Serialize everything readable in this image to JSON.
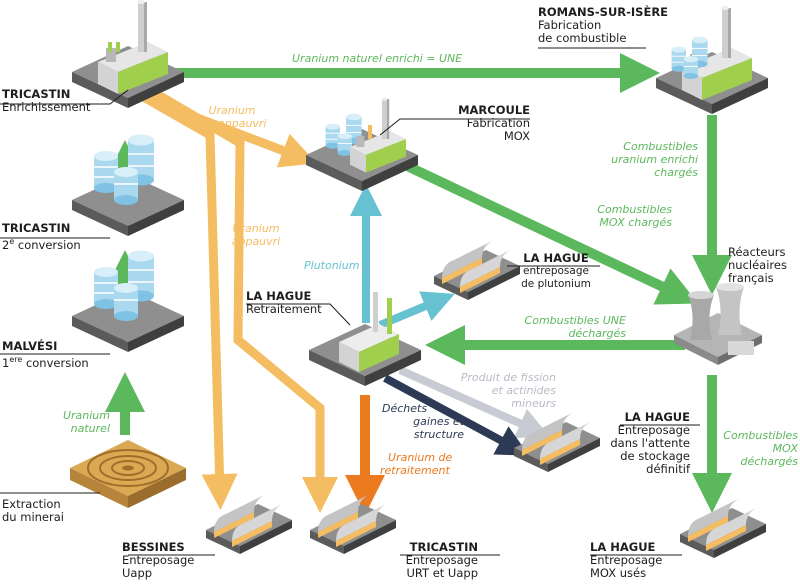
{
  "colors": {
    "green": "#5cb85c",
    "orange_light": "#f4bd62",
    "orange_dark": "#ec7a1e",
    "cyan": "#66c2d0",
    "grey_light": "#c9cbd4",
    "navy": "#2d3a56",
    "ground": "#5b5b5b"
  },
  "sites": {
    "tricastin_enrich": {
      "name": "TRICASTIN",
      "role": "Enrichissement"
    },
    "romans": {
      "name": "ROMANS-SUR-ISÈRE",
      "role1": "Fabrication",
      "role2": "de combustible"
    },
    "marcoule": {
      "name": "MARCOULE",
      "role1": "Fabrication",
      "role2": "MOX"
    },
    "tricastin_conv": {
      "name": "TRICASTIN",
      "role_num": "2",
      "role_sup": "e",
      "role_rest": " conversion"
    },
    "malvesi": {
      "name": "MALVÉSI",
      "role_num": "1",
      "role_sup": "ere",
      "role_rest": " conversion"
    },
    "extraction": {
      "line1": "Extraction",
      "line2": "du minerai"
    },
    "reacteurs": {
      "line1": "Réacteurs",
      "line2": "nucléaires",
      "line3": "français"
    },
    "lahague_pu": {
      "name": "LA HAGUE",
      "role1": "entreposage",
      "role2": "de plutonium"
    },
    "lahague_retr": {
      "name": "LA HAGUE",
      "role": "Retraitement"
    },
    "lahague_stock": {
      "name": "LA HAGUE",
      "role1": "Entreposage",
      "role2": "dans l'attente",
      "role3": "de stockage",
      "role4": "définitif"
    },
    "bessines": {
      "name": "BESSINES",
      "role1": "Entreposage",
      "role2": "Uapp"
    },
    "tricastin_urt": {
      "name": "TRICASTIN",
      "role1": "Entreposage",
      "role2": "URT et Uapp"
    },
    "lahague_mox": {
      "name": "LA HAGUE",
      "role1": "Entreposage",
      "role2": "MOX usés"
    }
  },
  "flows": {
    "une": "Uranium naturel enrichi = UNE",
    "appauvri1_a": "Uranium",
    "appauvri1_b": "appauvri",
    "appauvri2_a": "Uranium",
    "appauvri2_b": "appauvri",
    "comb_une_a": "Combustibles",
    "comb_une_b": "uranium enrichi",
    "comb_une_c": "chargés",
    "mox_charges_a": "Combustibles",
    "mox_charges_b": "MOX chargés",
    "plutonium": "Plutonium",
    "une_decharges_a": "Combustibles UNE",
    "une_decharges_b": "déchargés",
    "fission_a": "Produit de fission",
    "fission_b": "et actinides",
    "fission_c": "mineurs",
    "dechets_a": "Déchets",
    "dechets_b": "gaines et",
    "dechets_c": "structure",
    "urt_a": "Uranium de",
    "urt_b": "retraitement",
    "mox_decharges_a": "Combustibles",
    "mox_decharges_b": "MOX",
    "mox_decharges_c": "déchargés",
    "naturel_a": "Uranium",
    "naturel_b": "naturel"
  }
}
